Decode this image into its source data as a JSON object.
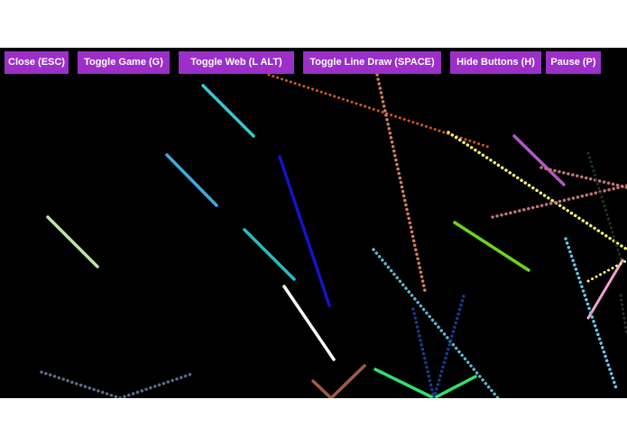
{
  "toolbar": {
    "close_label": "Close (ESC)",
    "toggle_game_label": "Toggle Game (G)",
    "toggle_web_label": "Toggle Web (L ALT)",
    "toggle_line_draw_label": "Toggle Line Draw (SPACE)",
    "hide_buttons_label": "Hide Buttons (H)",
    "pause_label": "Pause (P)"
  },
  "colors": {
    "button_bg": "#9b2fc8",
    "button_text": "#ffffff",
    "canvas_bg": "#000000",
    "page_bg": "#ffffff"
  }
}
